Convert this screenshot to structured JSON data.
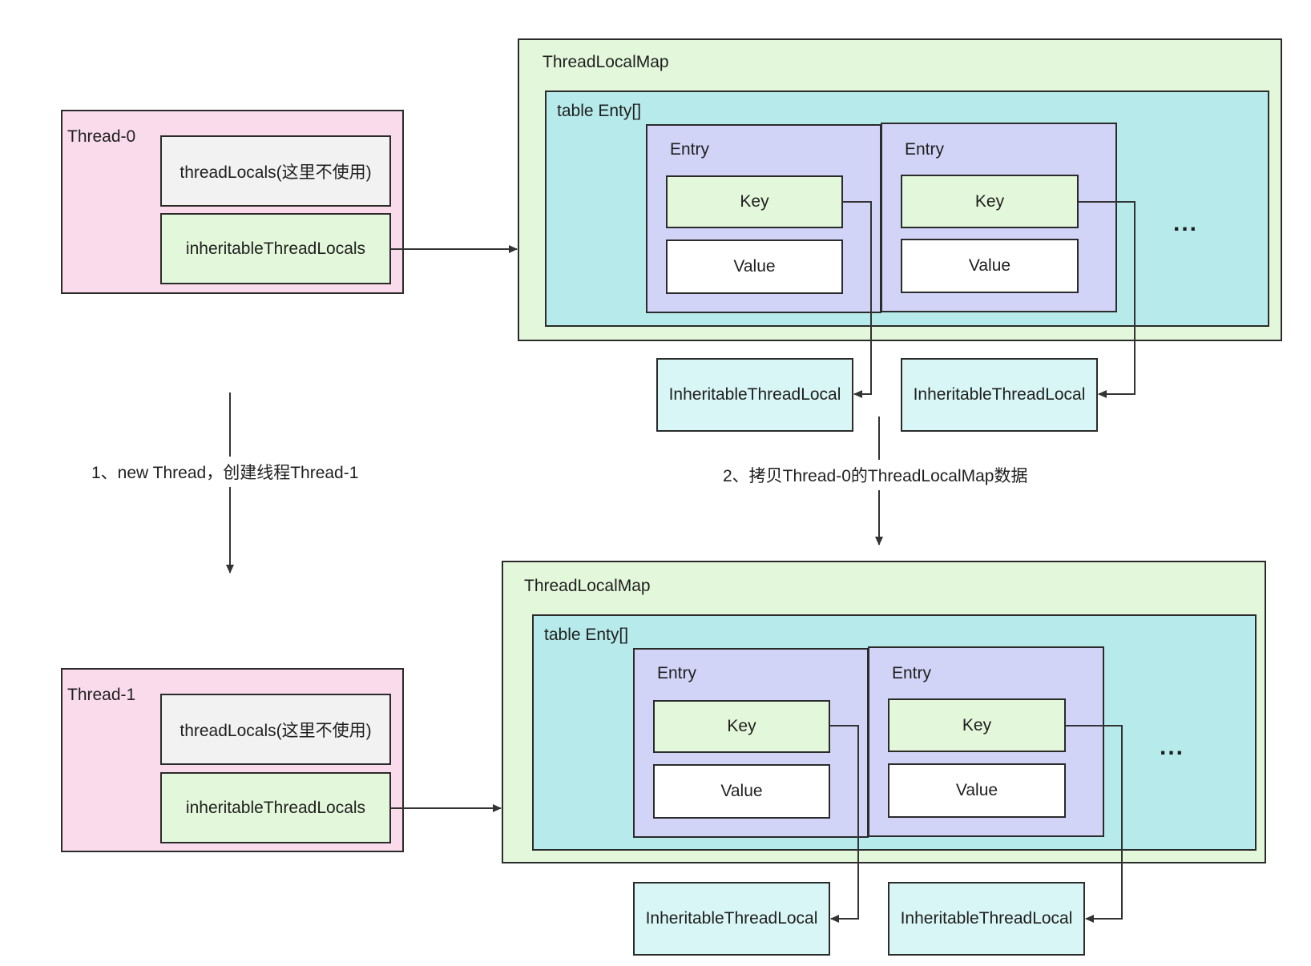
{
  "thread0": {
    "title": "Thread-0",
    "thread_locals": "threadLocals(这里不使用)",
    "inheritable": "inheritableThreadLocals"
  },
  "thread1": {
    "title": "Thread-1",
    "thread_locals": "threadLocals(这里不使用)",
    "inheritable": "inheritableThreadLocals"
  },
  "map0": {
    "title": "ThreadLocalMap",
    "table": "table Enty[]",
    "entries": [
      {
        "title": "Entry",
        "key": "Key",
        "value": "Value"
      },
      {
        "title": "Entry",
        "key": "Key",
        "value": "Value"
      }
    ],
    "more": "...",
    "refs": [
      "InheritableThreadLocal",
      "InheritableThreadLocal"
    ]
  },
  "map1": {
    "title": "ThreadLocalMap",
    "table": "table Enty[]",
    "entries": [
      {
        "title": "Entry",
        "key": "Key",
        "value": "Value"
      },
      {
        "title": "Entry",
        "key": "Key",
        "value": "Value"
      }
    ],
    "more": "...",
    "refs": [
      "InheritableThreadLocal",
      "InheritableThreadLocal"
    ]
  },
  "steps": {
    "step1": "1、new Thread，创建线程Thread-1",
    "step2": "2、拷贝Thread-0的ThreadLocalMap数据"
  }
}
